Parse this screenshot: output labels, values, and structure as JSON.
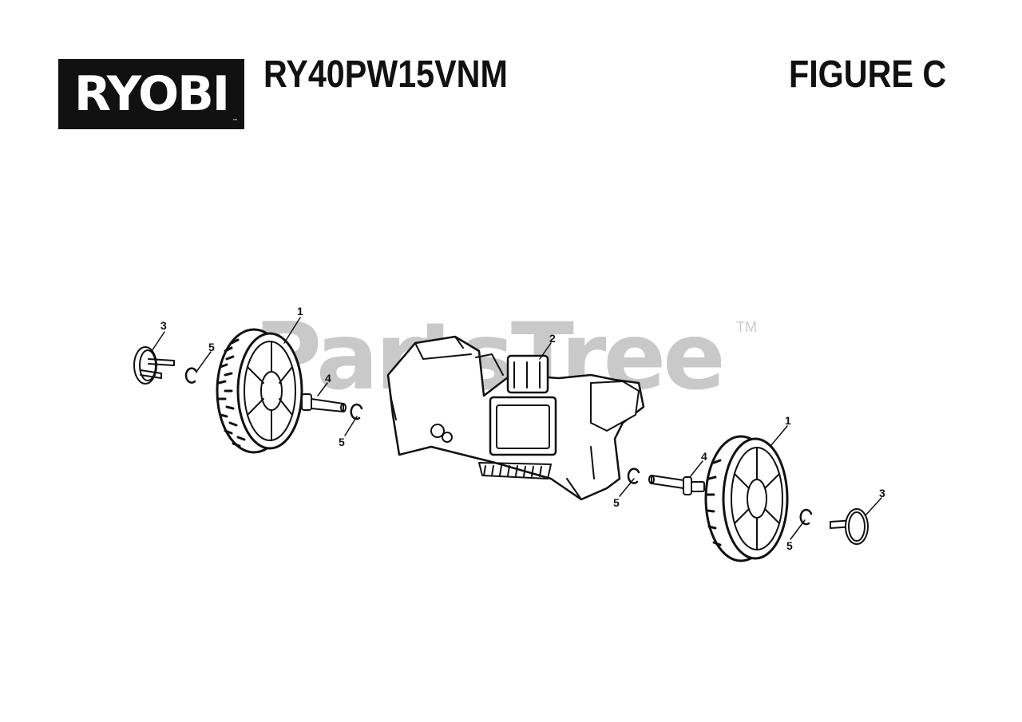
{
  "header": {
    "brand": "RYOBI",
    "model": "RY40PW15VNM",
    "figure": "FIGURE C"
  },
  "watermark": {
    "text": "PartsTree",
    "tm": "TM"
  },
  "callouts": [
    {
      "id": "left-cap",
      "label": "3"
    },
    {
      "id": "left-wheel",
      "label": "1"
    },
    {
      "id": "left-clip-top",
      "label": "5"
    },
    {
      "id": "left-axle",
      "label": "4"
    },
    {
      "id": "left-clip-bottom",
      "label": "5"
    },
    {
      "id": "frame",
      "label": "2"
    },
    {
      "id": "right-wheel",
      "label": "1"
    },
    {
      "id": "right-axle",
      "label": "4"
    },
    {
      "id": "right-clip-inner",
      "label": "5"
    },
    {
      "id": "right-cap",
      "label": "3"
    },
    {
      "id": "right-clip-outer",
      "label": "5"
    }
  ],
  "colors": {
    "ink": "#111111",
    "watermark": "#c9c9c9",
    "logo_bg": "#111111"
  }
}
